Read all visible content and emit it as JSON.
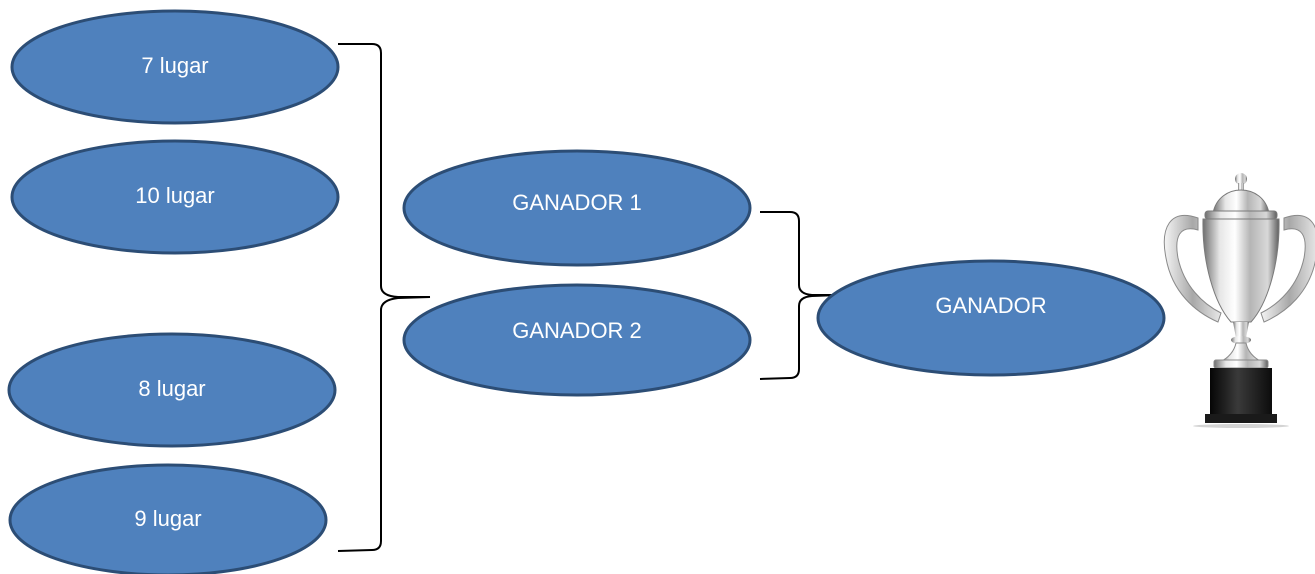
{
  "nodes": {
    "place_7": "7 lugar",
    "place_10": "10 lugar",
    "place_8": "8 lugar",
    "place_9": "9 lugar",
    "winner_1": "GANADOR 1",
    "winner_2": "GANADOR 2",
    "winner_final": "GANADOR"
  },
  "colors": {
    "node_fill": "#4f81bd",
    "node_stroke": "#2c4d75",
    "node_text": "#ffffff",
    "bracket": "#000000"
  },
  "icons": {
    "trophy": "trophy-icon"
  }
}
